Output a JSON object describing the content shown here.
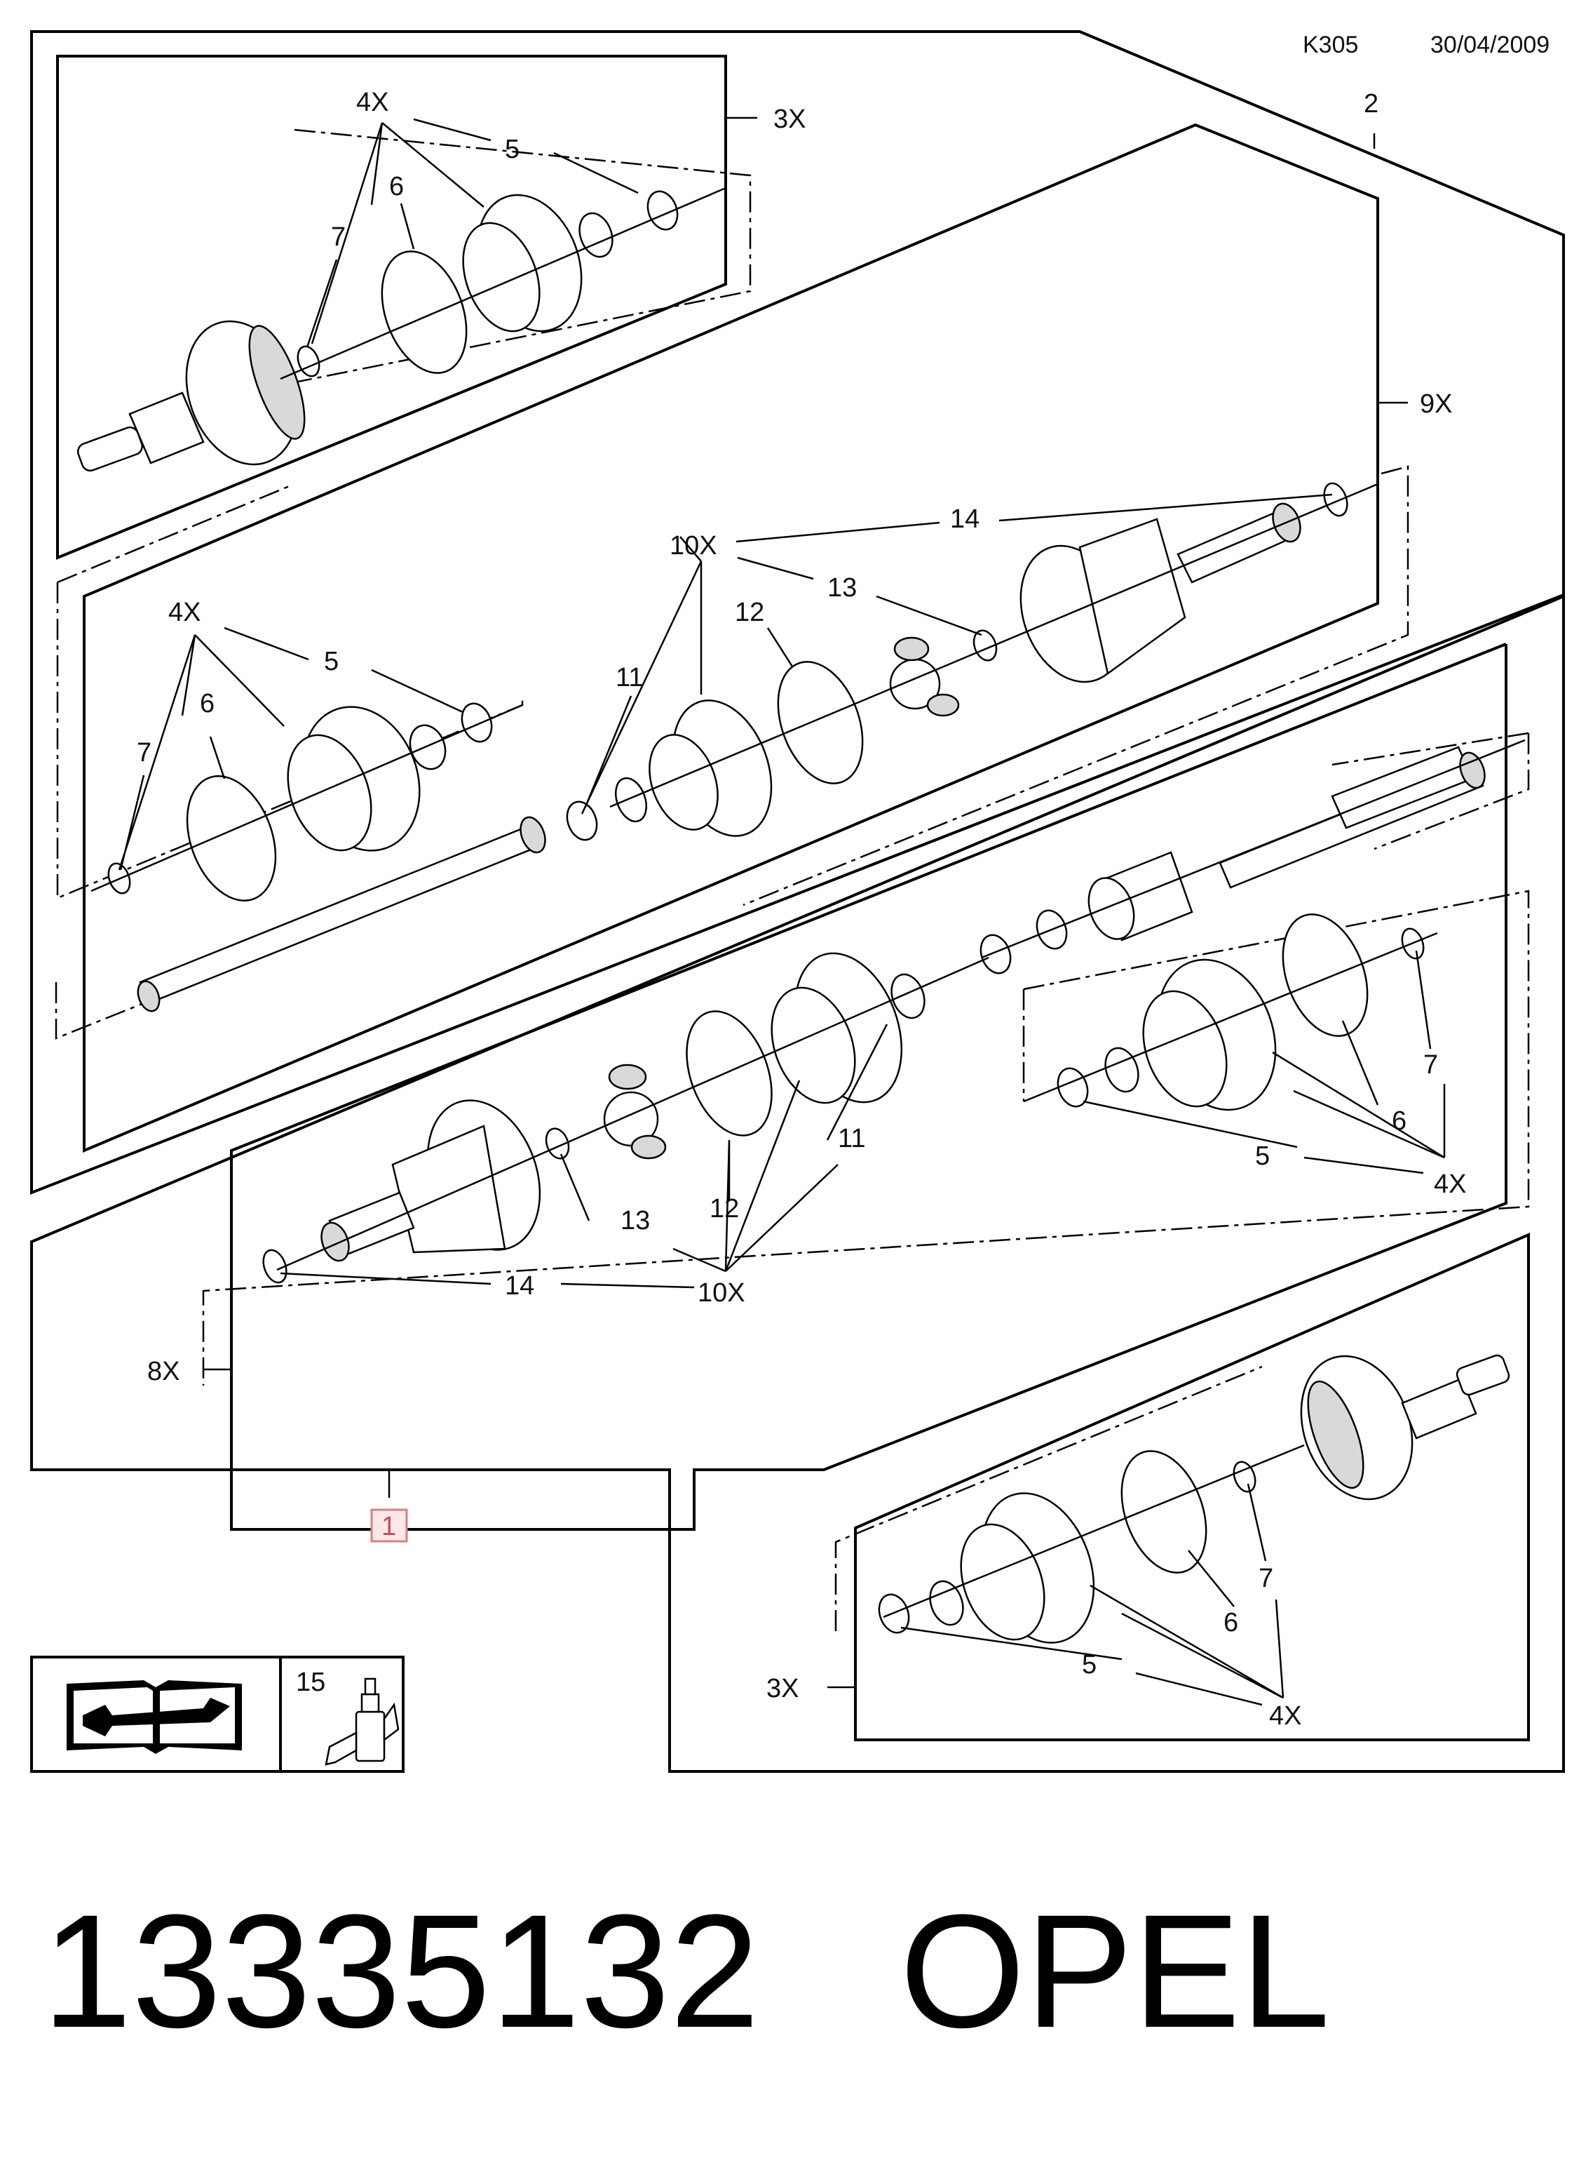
{
  "header": {
    "sheet_code": "K305",
    "date": "30/04/2009"
  },
  "callouts": {
    "assembly": "1",
    "group_right": "2",
    "lubricant": "15",
    "boot": "5",
    "band_large": "6",
    "band_small": "7",
    "inner_boot": "11",
    "inner_band_large": "12",
    "inner_band_small": "13",
    "circlip": "14",
    "qty_3x": "3X",
    "qty_4x": "4X",
    "qty_8x": "8X",
    "qty_9x": "9X",
    "qty_10x": "10X"
  },
  "footer": {
    "part_number": "13335132",
    "brand": "OPEL"
  },
  "colors": {
    "line": "#000000",
    "assembly_box": "#d98080",
    "assembly_box_fill": "#fde8e8"
  }
}
